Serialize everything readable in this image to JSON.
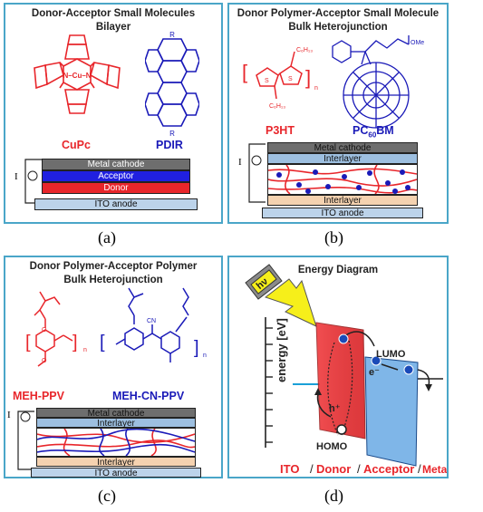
{
  "panels": {
    "a": {
      "title_line1": "Donor-Acceptor Small Molecules",
      "title_line2": "Bilayer",
      "molecule_donor": "CuPc",
      "molecule_acceptor": "PDIR",
      "layers": {
        "cathode": "Metal cathode",
        "acceptor": "Acceptor",
        "donor": "Donor",
        "anode": "ITO anode"
      },
      "caption": "(a)"
    },
    "b": {
      "title_line1": "Donor Polymer-Acceptor Small Molecule",
      "title_line2": "Bulk Heterojunction",
      "molecule_donor": "P3HT",
      "molecule_acceptor_main": "PC",
      "molecule_acceptor_sub": "60",
      "molecule_acceptor_tail": "BM",
      "ome_label": "OMe",
      "layers": {
        "cathode": "Metal cathode",
        "interlayer_top": "Interlayer",
        "interlayer_bottom": "Interlayer",
        "anode": "ITO anode"
      },
      "caption": "(b)"
    },
    "c": {
      "title_line1": "Donor Polymer-Acceptor Polymer",
      "title_line2": "Bulk Heterojunction",
      "molecule_donor": "MEH-PPV",
      "molecule_acceptor": "MEH-CN-PPV",
      "layers": {
        "cathode": "Metal cathode",
        "interlayer_top": "Interlayer",
        "interlayer_bottom": "Interlayer",
        "anode": "ITO anode"
      },
      "caption": "(c)"
    },
    "d": {
      "title": "Energy Diagram",
      "photon_label": "hν",
      "yaxis_label": "energy [eV]",
      "lumo_label": "LUMO",
      "homo_label": "HOMO",
      "electron_label": "e⁻",
      "hole_label": "h⁺",
      "bottom_labels": [
        "ITO",
        "Donor",
        "Acceptor",
        "Metal"
      ],
      "caption": "(d)"
    }
  },
  "circuit_label": "I",
  "colors": {
    "frame": "#4aa6c8",
    "donor_red": "#e8262b",
    "acceptor_blue": "#1a1ab8",
    "cathode_gray": "#6e6e6e",
    "interlayer_blue": "#9dbfe0",
    "interlayer_peach": "#f5d2b0",
    "anode_lightblue": "#bcd3ea",
    "photon_yellow": "#f6ef1a"
  }
}
